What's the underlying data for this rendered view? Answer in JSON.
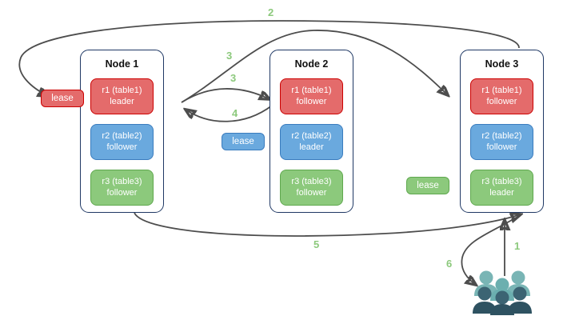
{
  "diagram": {
    "title": "Distributed range lease / leaseholder routing diagram",
    "colors": {
      "red_fill": "#e46b6b",
      "red_border": "#cc0000",
      "blue_fill": "#6aa9de",
      "blue_border": "#3a7cbe",
      "green_fill": "#8cc97c",
      "green_border": "#5fa84e",
      "node_border": "#1f3864",
      "arrow": "#4d4d4d",
      "label_green": "#8cc97c",
      "users_light": "#79b5b5",
      "users_dark": "#2e5261"
    },
    "nodes": [
      {
        "title": "Node 1",
        "replicas": [
          {
            "name": "r1 (table1)",
            "role": "leader",
            "color": "red"
          },
          {
            "name": "r2 (table2)",
            "role": "follower",
            "color": "blue"
          },
          {
            "name": "r3 (table3)",
            "role": "follower",
            "color": "green"
          }
        ]
      },
      {
        "title": "Node 2",
        "replicas": [
          {
            "name": "r1 (table1)",
            "role": "follower",
            "color": "red"
          },
          {
            "name": "r2 (table2)",
            "role": "leader",
            "color": "blue"
          },
          {
            "name": "r3 (table3)",
            "role": "follower",
            "color": "green"
          }
        ]
      },
      {
        "title": "Node 3",
        "replicas": [
          {
            "name": "r1 (table1)",
            "role": "follower",
            "color": "red"
          },
          {
            "name": "r2 (table2)",
            "role": "follower",
            "color": "blue"
          },
          {
            "name": "r3 (table3)",
            "role": "leader",
            "color": "green"
          }
        ]
      }
    ],
    "leases": [
      {
        "label": "lease",
        "color": "red"
      },
      {
        "label": "lease",
        "color": "blue"
      },
      {
        "label": "lease",
        "color": "green"
      }
    ],
    "step_labels": [
      {
        "id": "step-1",
        "text": "1"
      },
      {
        "id": "step-2",
        "text": "2"
      },
      {
        "id": "step-3a",
        "text": "3"
      },
      {
        "id": "step-3b",
        "text": "3"
      },
      {
        "id": "step-4",
        "text": "4"
      },
      {
        "id": "step-5",
        "text": "5"
      },
      {
        "id": "step-6",
        "text": "6"
      }
    ],
    "users_icon": "users-group-icon"
  }
}
